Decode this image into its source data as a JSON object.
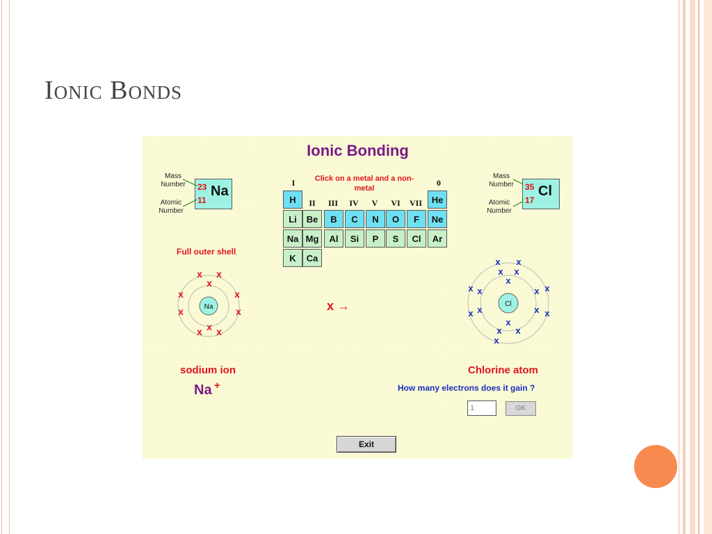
{
  "slide": {
    "title": "Ionic Bonds"
  },
  "app": {
    "title": "Ionic Bonding",
    "left_element": {
      "mass_label": "Mass Number",
      "atomic_label": "Atomic Number",
      "mass": "23",
      "atomic": "11",
      "symbol": "Na"
    },
    "right_element": {
      "mass_label": "Mass Number",
      "atomic_label": "Atomic Number",
      "mass": "35",
      "atomic": "17",
      "symbol": "Cl"
    },
    "instruction": "Click on  a metal and a non-metal",
    "groups": [
      "I",
      "II",
      "III",
      "IV",
      "V",
      "VI",
      "VII",
      "0"
    ],
    "periodic_table": {
      "H": "H",
      "He": "He",
      "Li": "Li",
      "Be": "Be",
      "B": "B",
      "C": "C",
      "N": "N",
      "O": "O",
      "F": "F",
      "Ne": "Ne",
      "Na": "Na",
      "Mg": "Mg",
      "Al": "Al",
      "Si": "Si",
      "P": "P",
      "S": "S",
      "Cl": "Cl",
      "Ar": "Ar",
      "K": "K",
      "Ca": "Ca"
    },
    "left_status": "Full outer shell",
    "left_nucleus": "Na",
    "right_nucleus": "Cl",
    "electron_mark": "x",
    "arrow_mark": "x →",
    "left_caption": "sodium ion",
    "left_ion_symbol": "Na",
    "left_ion_charge": "+",
    "right_caption": "Chlorine atom",
    "question": "How many electrons does it gain ?",
    "answer_value": "1",
    "ok_label": "OK",
    "exit_label": "Exit",
    "colors": {
      "electron_red": "#e1141e",
      "electron_blue": "#1b2fc0",
      "nucleus": "#9ef2e3",
      "title_purple": "#7a1a86"
    }
  }
}
